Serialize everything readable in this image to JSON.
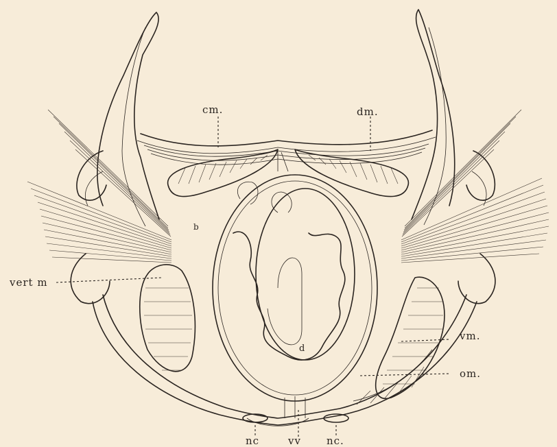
{
  "labels": {
    "cm": "cm.",
    "dm": "dm.",
    "vert_m": "vert m",
    "vm": "vm.",
    "om": "om.",
    "nc_left": "nc",
    "vv": "vv",
    "nc_right": "nc.",
    "d": "d",
    "b": "b"
  },
  "colors": {
    "paper": "#f7ecd9",
    "ink": "#2a2420"
  }
}
